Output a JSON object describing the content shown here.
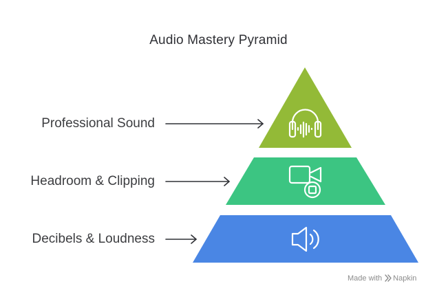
{
  "title": "Audio Mastery Pyramid",
  "tiers": [
    {
      "label": "Professional Sound",
      "color": "#93ba37",
      "icon": "headphones-waveform-icon"
    },
    {
      "label": "Headroom & Clipping",
      "color": "#3cc582",
      "icon": "camera-stop-icon"
    },
    {
      "label": "Decibels & Loudness",
      "color": "#4a86e4",
      "icon": "speaker-icon"
    }
  ],
  "watermark": {
    "prefix": "Made with",
    "brand": "Napkin"
  }
}
